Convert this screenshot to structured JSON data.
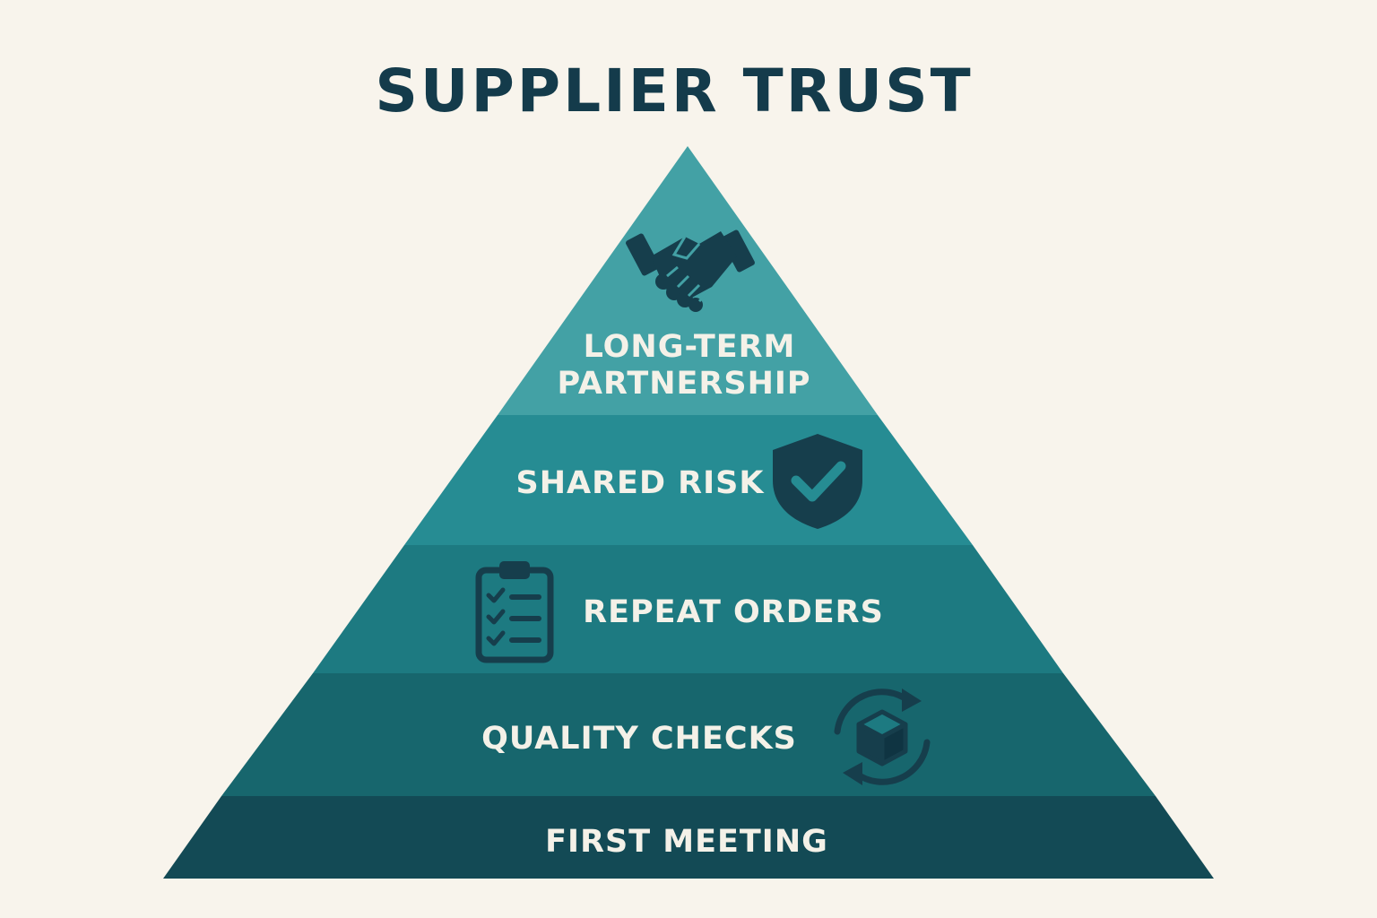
{
  "title": "SUPPLIER TRUST",
  "colors": {
    "background": "#f8f4ec",
    "title": "#143b4b",
    "label": "#f4f1e8",
    "icon": "#163e4c",
    "tier_top": "#43a1a5",
    "tier_2": "#268c93",
    "tier_3": "#1d7a81",
    "tier_4": "#17666d",
    "tier_base": "#134a55"
  },
  "tiers": [
    {
      "label_lines": [
        "LONG-TERM",
        "PARTNERSHIP"
      ],
      "icon": "handshake-icon"
    },
    {
      "label_lines": [
        "SHARED RISK"
      ],
      "icon": "shield-check-icon"
    },
    {
      "label_lines": [
        "REPEAT ORDERS"
      ],
      "icon": "clipboard-checklist-icon"
    },
    {
      "label_lines": [
        "QUALITY CHECKS"
      ],
      "icon": "box-cycle-icon"
    },
    {
      "label_lines": [
        "FIRST MEETING"
      ],
      "icon": ""
    }
  ]
}
